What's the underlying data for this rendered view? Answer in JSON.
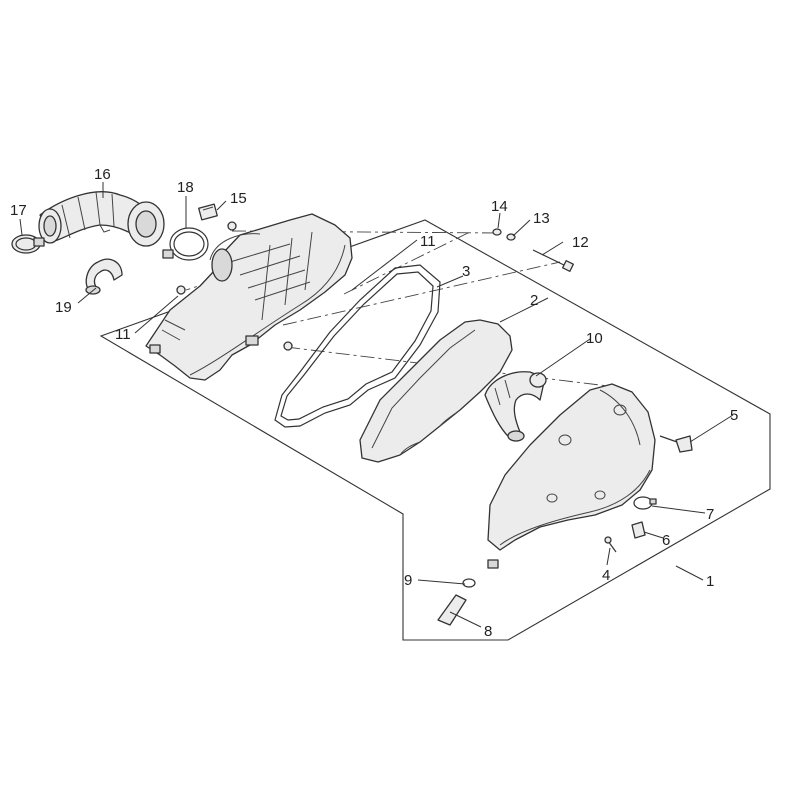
{
  "callouts": [
    {
      "id": "p1",
      "text": "1"
    },
    {
      "id": "p2",
      "text": "2"
    },
    {
      "id": "p3",
      "text": "3"
    },
    {
      "id": "p4",
      "text": "4"
    },
    {
      "id": "p5",
      "text": "5"
    },
    {
      "id": "p6",
      "text": "6"
    },
    {
      "id": "p7",
      "text": "7"
    },
    {
      "id": "p8",
      "text": "8"
    },
    {
      "id": "p9",
      "text": "9"
    },
    {
      "id": "p10",
      "text": "10"
    },
    {
      "id": "p11a",
      "text": "11"
    },
    {
      "id": "p11b",
      "text": "11"
    },
    {
      "id": "p12",
      "text": "12"
    },
    {
      "id": "p13",
      "text": "13"
    },
    {
      "id": "p14",
      "text": "14"
    },
    {
      "id": "p15",
      "text": "15"
    },
    {
      "id": "p16",
      "text": "16"
    },
    {
      "id": "p17",
      "text": "17"
    },
    {
      "id": "p18",
      "text": "18"
    },
    {
      "id": "p19",
      "text": "19"
    }
  ],
  "colors": {
    "line": "#333333",
    "fill": "#ececec",
    "background": "#ffffff"
  }
}
